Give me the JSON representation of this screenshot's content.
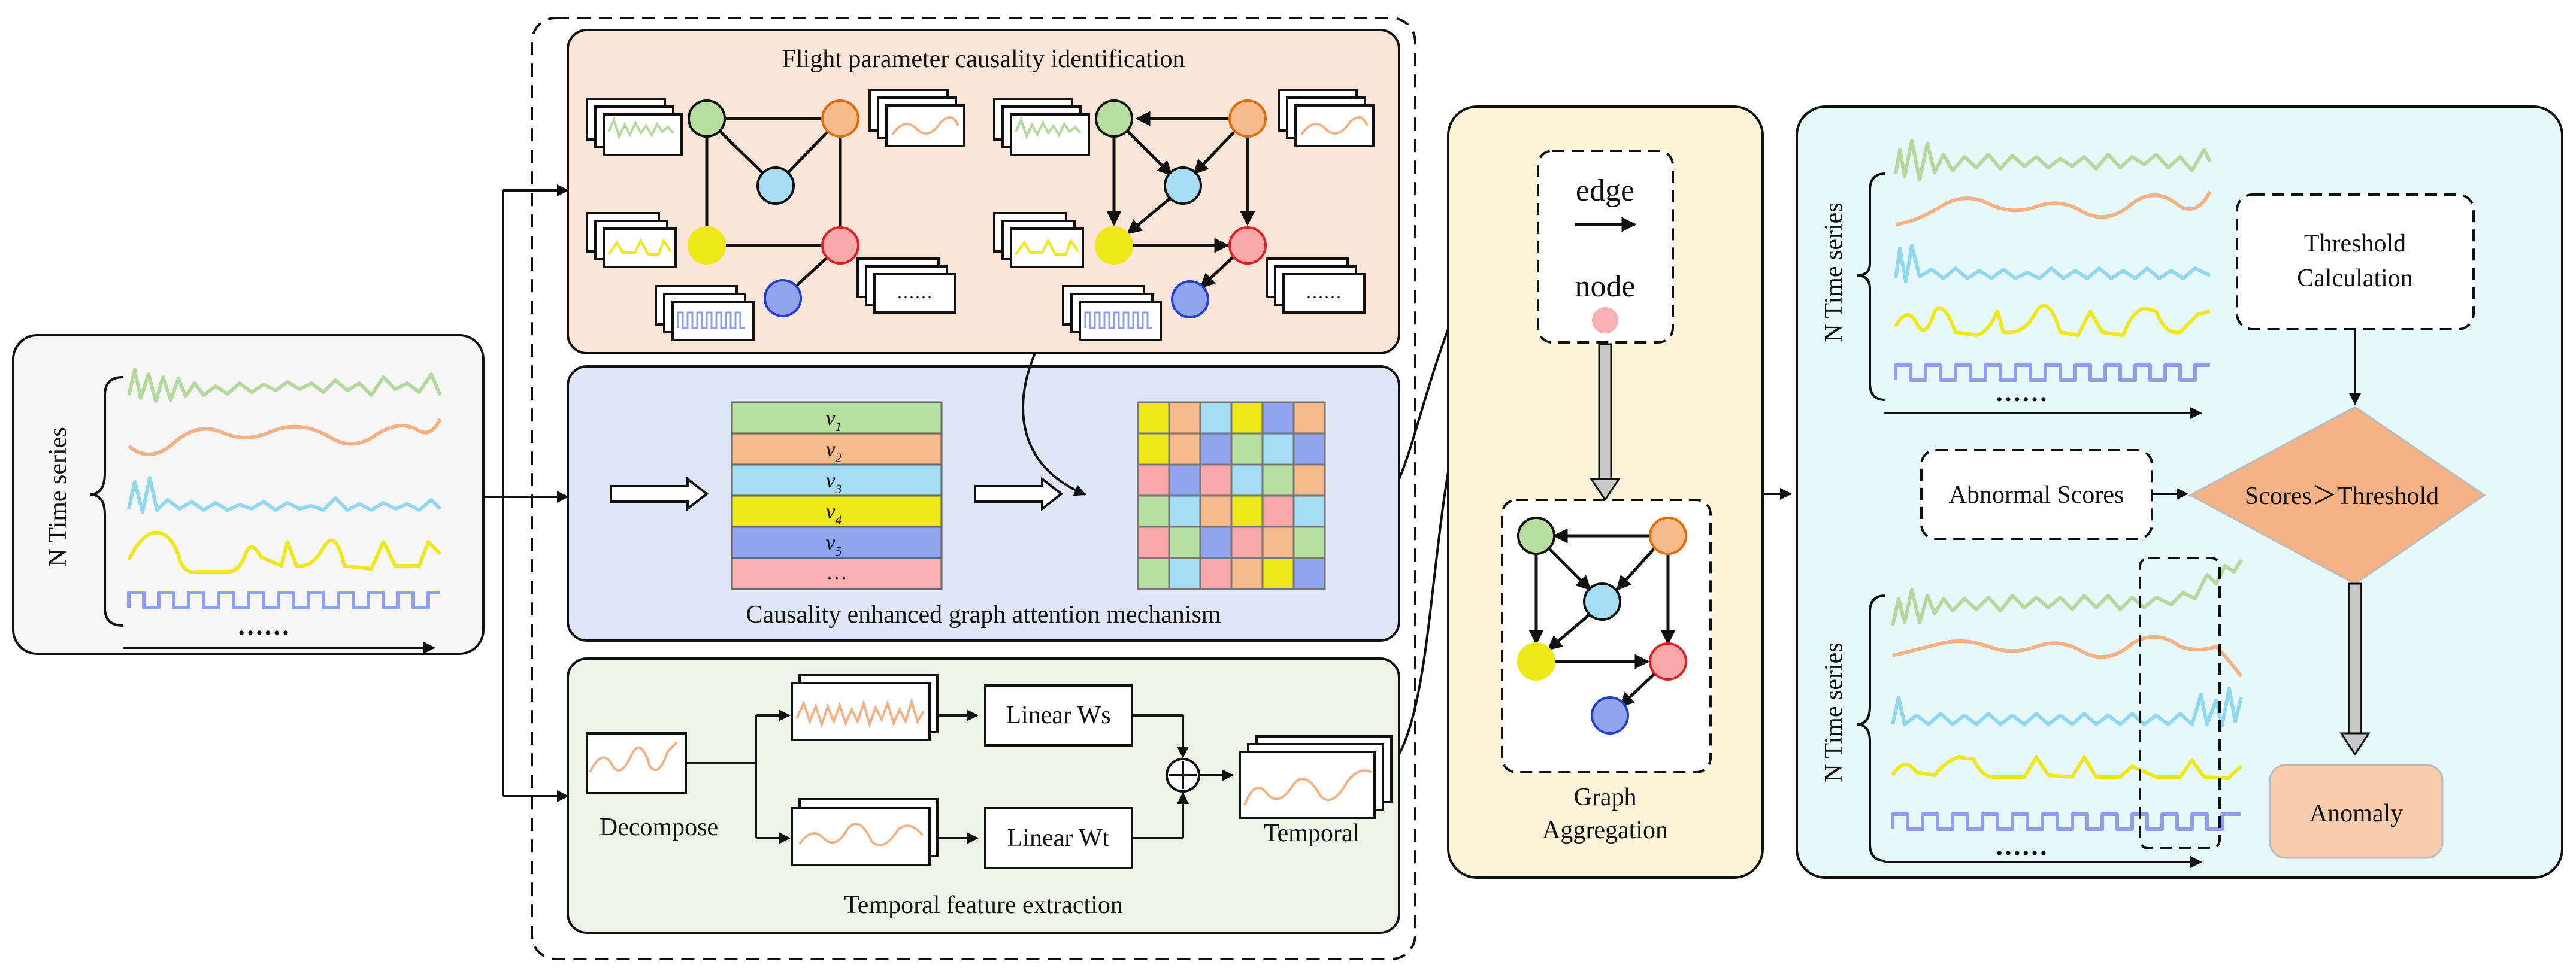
{
  "input_panel": {
    "vertical_label": "N Time series",
    "ellipsis": "……"
  },
  "causality_panel": {
    "title": "Flight parameter causality identification",
    "ellipsis_1": "……",
    "ellipsis_2": "……"
  },
  "attention_panel": {
    "caption": "Causality enhanced graph attention mechanism",
    "feature_rows": [
      "v",
      "v",
      "v",
      "v",
      "v",
      "…"
    ],
    "feature_subscripts": [
      "1",
      "2",
      "3",
      "4",
      "5",
      ""
    ]
  },
  "temporal_panel": {
    "caption": "Temporal feature extraction",
    "decompose_label": "Decompose",
    "linear_ws_label": "Linear Ws",
    "linear_wt_label": "Linear Wt",
    "temporal_label": "Temporal"
  },
  "aggregation_panel": {
    "edge_label": "edge",
    "node_label": "node",
    "caption_line1": "Graph",
    "caption_line2": "Aggregation"
  },
  "detection_panel": {
    "upper_series_label": "N Time series",
    "lower_series_label": "N Time series",
    "ellipsis_upper": "……",
    "ellipsis_lower": "……",
    "threshold_line1": "Threshold",
    "threshold_line2": "Calculation",
    "abnormal_scores_label": "Abnormal Scores",
    "decision_label": "Scores＞Threshold",
    "anomaly_label": "Anomaly"
  },
  "colors": {
    "green": "#b5d99c",
    "orange": "#f4b183",
    "cyan": "#8fd8f0",
    "yellow": "#f0e81a",
    "blue": "#8f9ff0",
    "node_green": "#b8dea0",
    "node_orange": "#f6b98a",
    "node_cyan": "#a6ddf5",
    "node_yellow": "#eee81a",
    "node_red": "#f8a8a8",
    "node_blue": "#93a4ee",
    "causality_bg": "#fbe5d8",
    "attention_bg": "#dfe6f5",
    "temporal_bg": "#eef3e8",
    "aggregation_bg": "#fdf4da",
    "detection_bg": "#e7f8fa",
    "input_bg": "#f6f6f6",
    "decision_fill": "#f4b183",
    "anomaly_fill": "#f8cbad"
  }
}
